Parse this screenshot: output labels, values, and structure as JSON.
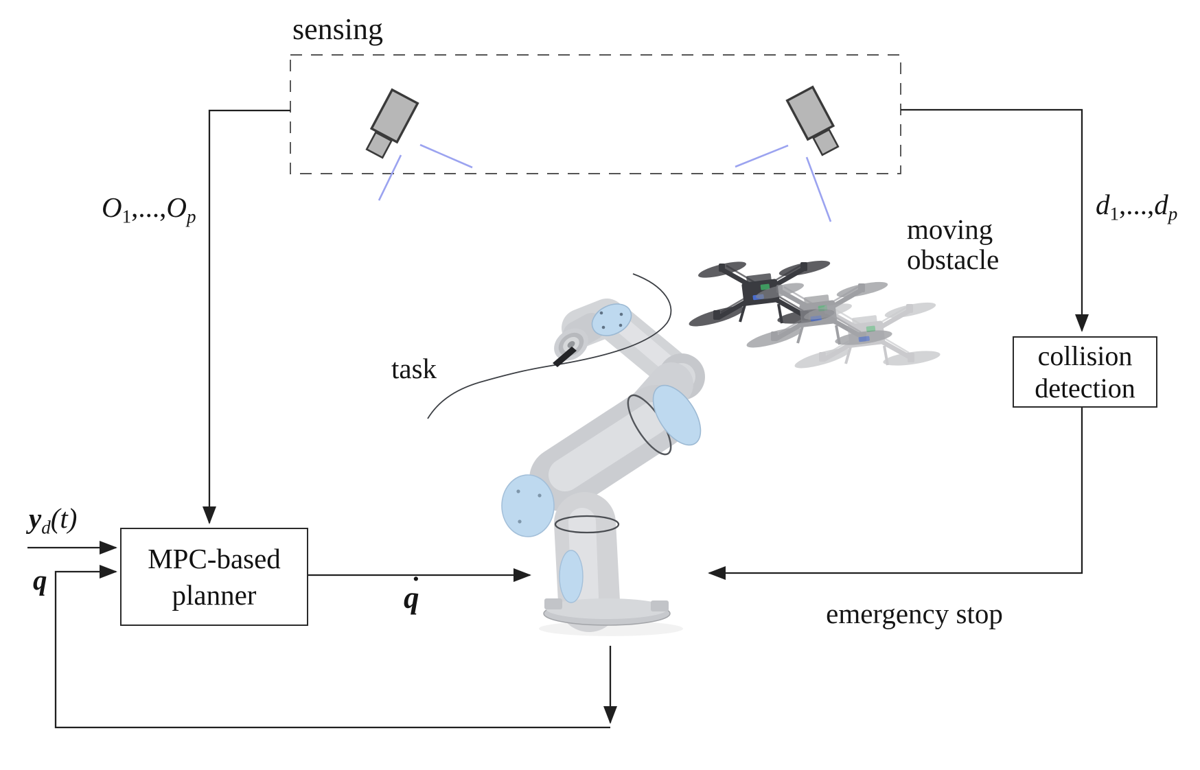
{
  "diagram": {
    "sensing_region": {
      "label": "sensing"
    },
    "signals": {
      "obstacles": {
        "sym1": "O",
        "sub1": "1",
        "dots": ",...,",
        "sym2": "O",
        "sub2": "p"
      },
      "distances": {
        "sym1": "d",
        "sub1": "1",
        "dots": ",...,",
        "sym2": "d",
        "sub2": "p"
      },
      "desired_output": {
        "sym": "y",
        "sub": "d",
        "args": "(t)"
      },
      "joint_state": {
        "sym": "q"
      },
      "joint_velocity": {
        "base": "q",
        "dot": "·"
      }
    },
    "blocks": {
      "mpc_planner": {
        "line1": "MPC-based",
        "line2": "planner"
      },
      "collision_detection": {
        "line1": "collision",
        "line2": "detection"
      }
    },
    "annotations": {
      "task": "task",
      "moving_obstacle": {
        "line1": "moving",
        "line2": "obstacle"
      },
      "emergency_stop": "emergency stop"
    },
    "colors": {
      "wire": "#1f1f1f",
      "dashed_box": "#3d3d3d",
      "fov_blue": "#9ba3f0",
      "camera_gray": "#b7b7b7",
      "camera_outline": "#3a3a3a",
      "robot_gray": "#d2d3d6",
      "robot_blue": "#bed9ef",
      "drone_dark": "#3a3b40",
      "drone_mid": "#85868b",
      "drone_light": "#a7a8ac"
    }
  }
}
